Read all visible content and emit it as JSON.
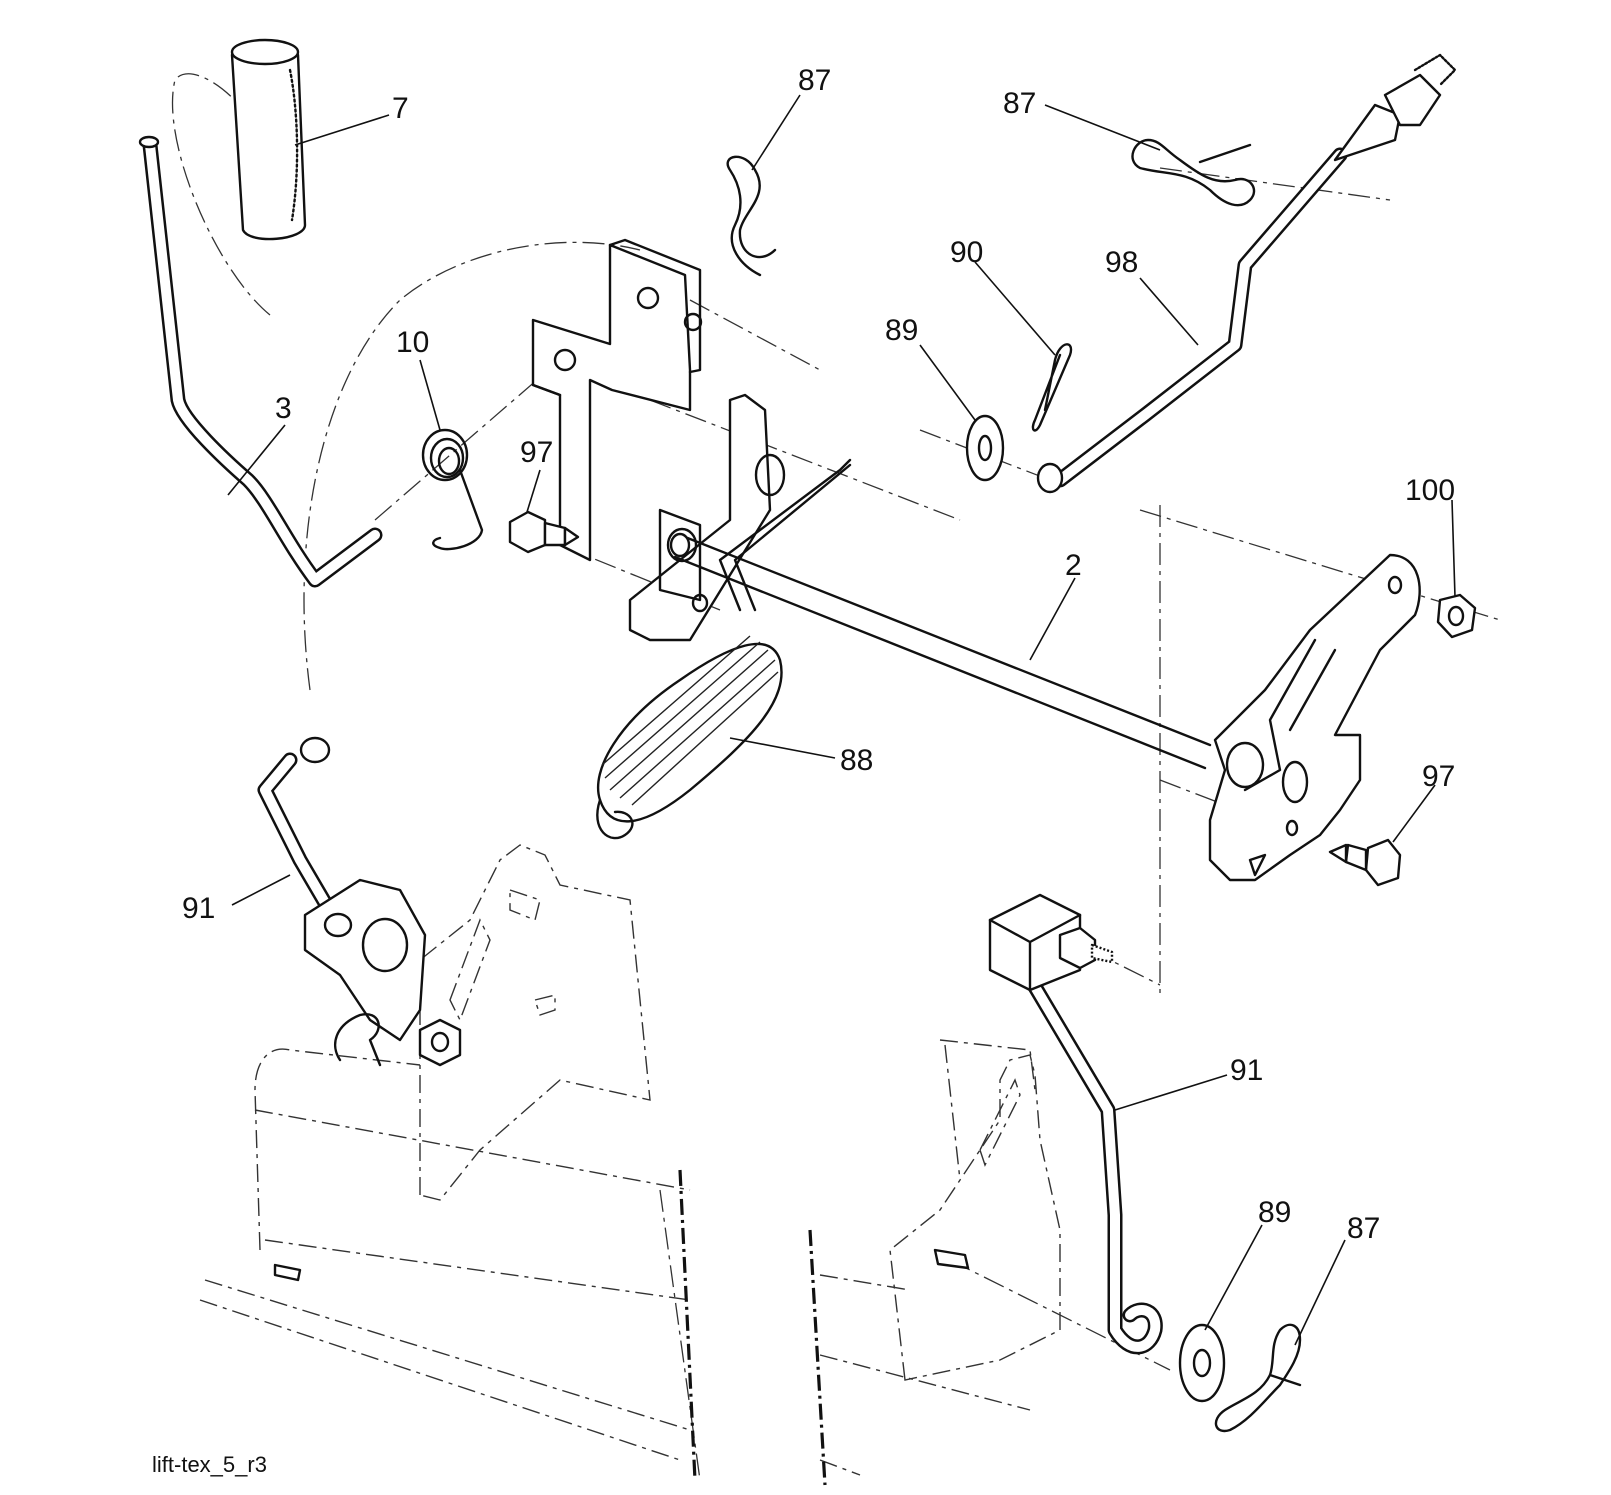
{
  "diagram": {
    "caption": "lift-tex_5_r3",
    "callouts": [
      {
        "id": "c7a",
        "text": "7"
      },
      {
        "id": "c87a",
        "text": "87"
      },
      {
        "id": "c87b",
        "text": "87"
      },
      {
        "id": "c90",
        "text": "90"
      },
      {
        "id": "c98",
        "text": "98"
      },
      {
        "id": "c89a",
        "text": "89"
      },
      {
        "id": "c10",
        "text": "10"
      },
      {
        "id": "c3",
        "text": "3"
      },
      {
        "id": "c97a",
        "text": "97"
      },
      {
        "id": "c100",
        "text": "100"
      },
      {
        "id": "c2",
        "text": "2"
      },
      {
        "id": "c88",
        "text": "88"
      },
      {
        "id": "c97b",
        "text": "97"
      },
      {
        "id": "c91a",
        "text": "91"
      },
      {
        "id": "c91b",
        "text": "91"
      },
      {
        "id": "c89b",
        "text": "89"
      },
      {
        "id": "c87c",
        "text": "87"
      }
    ]
  }
}
